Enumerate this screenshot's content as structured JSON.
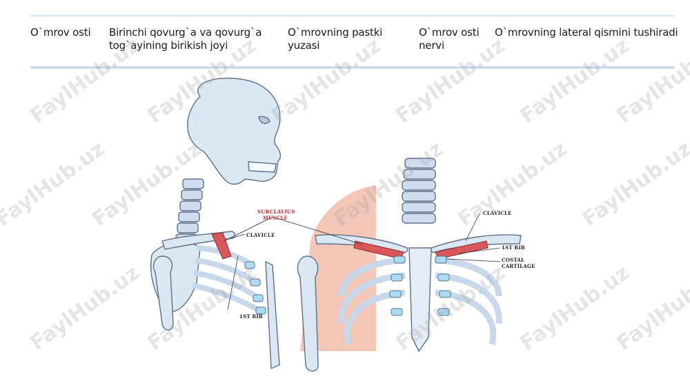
{
  "table": {
    "cells": [
      "O`mrov osti",
      "Birinchi qovurg`a va qovurg`a tog`ayining birikish joyi",
      "O`mrovning pastki yuzasi",
      "O`mrov osti nervi",
      "O`mrovning lateral qismini tushiradi"
    ]
  },
  "figure": {
    "labels": {
      "subclavius_line1": "SUBCLAVIUS",
      "subclavius_line2": "MUSCLE",
      "clavicle_left": "CLAVICLE",
      "first_rib_left": "1ST RIB",
      "clavicle_right": "CLAVICLE",
      "first_rib_right": "1ST RIB",
      "costal_line1": "COSTAL",
      "costal_line2": "CARTILAGE"
    },
    "colors": {
      "bone": "#dbe7f3",
      "bone_outline": "#5c6f86",
      "muscle": "#d9575a",
      "cartilage": "#a9dcf3",
      "shoulder_skin": "#f3c7b7"
    }
  },
  "watermark": {
    "text": "FaylHub.uz"
  }
}
